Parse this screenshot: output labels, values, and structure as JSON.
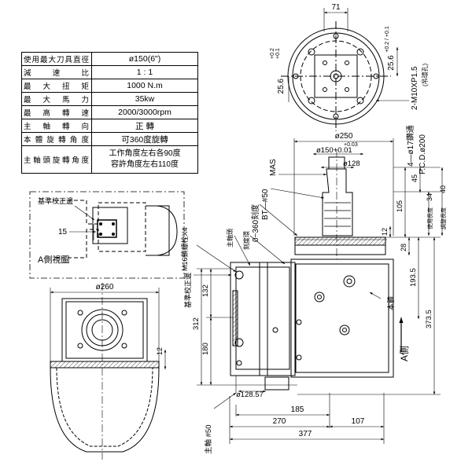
{
  "spec_table": {
    "rows": [
      {
        "label": "使用最大刀具直徑",
        "value": "ø150(6\")"
      },
      {
        "label": "減速比",
        "value": "1 : 1"
      },
      {
        "label": "最大扭矩",
        "value": "1000 N.m"
      },
      {
        "label": "最大馬力",
        "value": "35kw"
      },
      {
        "label": "最高轉速",
        "value": "2000/3000rpm"
      },
      {
        "label": "主軸轉向",
        "value": "正 轉"
      },
      {
        "label": "本體旋轉角度",
        "value": "可360度旋轉"
      }
    ],
    "last_row": {
      "label": "主軸頭旋轉角度",
      "value_line1": "工作角度左右各90度",
      "value_line2": "容許角度左右110度"
    }
  },
  "top_view": {
    "dim_width": "71",
    "dim_left": "25.6",
    "dim_left_tol_upper": "+0.2",
    "dim_left_tol_lower": "+0.1",
    "dim_right": "25.6",
    "dim_right_tol": "+0.2 / +0.1",
    "thread_note": "2-M10XP1.5",
    "thread_sub": "(吊環孔)"
  },
  "detail_view": {
    "title": "A側視圖",
    "ref_label": "基準校正邊",
    "dim": "15"
  },
  "front_view": {
    "dim_dia": "ø260",
    "dim_12": "12"
  },
  "side_view": {
    "dim_dia250": "ø250",
    "holes": "4—ø17鑽通",
    "pcd": "P.C.D.ø200",
    "dim_dia150": "ø150+0.01",
    "dim_dia150_tol": "+0.03",
    "dim_dia128": "ø128",
    "mas": "MAS",
    "bt50": "BT—#50",
    "rotate": "0~360刻度",
    "m16": "M16鎖螺栓X4",
    "spindle_head": "主軸頭",
    "scale": "刻度環",
    "ref_edge": "基準校正邊",
    "body": "本體",
    "side_a": "A側",
    "dim_45": "45",
    "dim_34": "34",
    "dim_34_label": "使用長度",
    "dim_40": "40",
    "dim_40_label": "調整長度",
    "dim_105": "105",
    "dim_12": "12",
    "dim_28": "28",
    "dim_193": "193.5",
    "dim_373": "373.5",
    "dim_132": "132",
    "dim_312": "312",
    "dim_180": "180",
    "dim_12857": "ø128.57",
    "dim_185": "185",
    "dim_270": "270",
    "dim_107": "107",
    "dim_377": "377",
    "spindle_tag": "主軸 #50"
  }
}
